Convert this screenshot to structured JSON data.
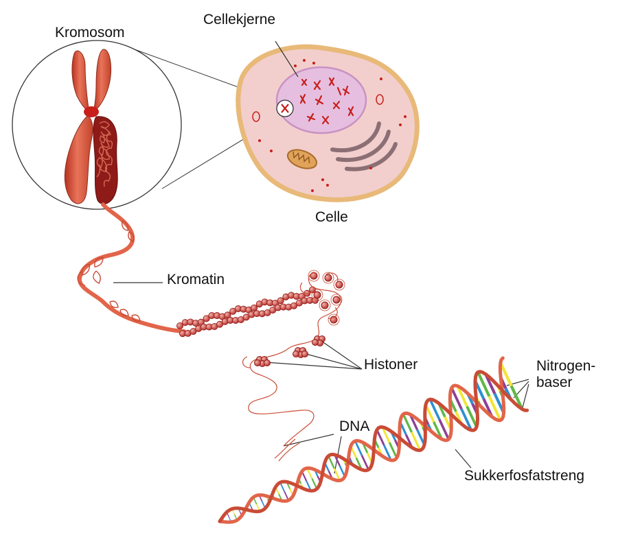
{
  "labels": {
    "kromosom": "Kromosom",
    "cellekjerne": "Cellekjerne",
    "celle": "Celle",
    "kromatin": "Kromatin",
    "histoner": "Histoner",
    "dna": "DNA",
    "nitrogenbaser_line1": "Nitrogen-",
    "nitrogenbaser_line2": "baser",
    "sukkerfosfatstreng": "Sukkerfosfatstreng"
  },
  "colors": {
    "chromosome": "#d9573a",
    "chromatin_knot": "#8e1b18",
    "cell_cytoplasm": "#f2cfcd",
    "cell_border": "#e8b978",
    "nucleus": "#e6bfe0",
    "backbone": "#e2654a",
    "base_yellow": "#f2e53a",
    "base_blue": "#2e8fd0",
    "base_green": "#5fb846",
    "base_purple": "#8e3f93",
    "golgi": "#8c6f74",
    "mitochondrion": "#c98a3c"
  },
  "icons": [
    "chromosome-icon",
    "cell-icon",
    "nucleus-icon",
    "mitochondrion-icon",
    "golgi-icon",
    "histone-bead-icon",
    "dna-helix-icon"
  ]
}
